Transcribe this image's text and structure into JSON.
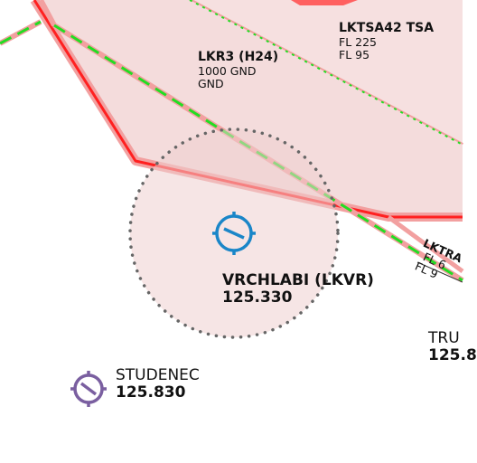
{
  "colors": {
    "restricted_fill": "#f4dcdc",
    "restricted_border": "#ff2020",
    "restricted_halo": "#f2a0a0",
    "tsa_fill": "#f6e0e0",
    "fir_dash": "#22dd22",
    "atz_fill": "#efd0d0",
    "atz_dots": "#666666",
    "lkvr_icon": "#1a86c8",
    "studenec_icon": "#7a5fa0"
  },
  "airspaces": {
    "lkr3": {
      "name": "LKR3 (H24)",
      "upper": "1000 GND",
      "lower": "GND"
    },
    "lktsa42": {
      "name": "LKTSA42 TSA",
      "upper": "FL 225",
      "lower": "FL 95"
    },
    "lktra": {
      "name": "LKTRA",
      "upper": "FL 6",
      "lower": "FL 9"
    }
  },
  "airfields": {
    "lkvr": {
      "name": "VRCHLABI (LKVR)",
      "freq": "125.330",
      "icon": "airfield-icon"
    },
    "studenec": {
      "name": "STUDENEC",
      "freq": "125.830",
      "icon": "airfield-icon"
    },
    "tru": {
      "name": "TRU",
      "freq": "125.8"
    }
  }
}
